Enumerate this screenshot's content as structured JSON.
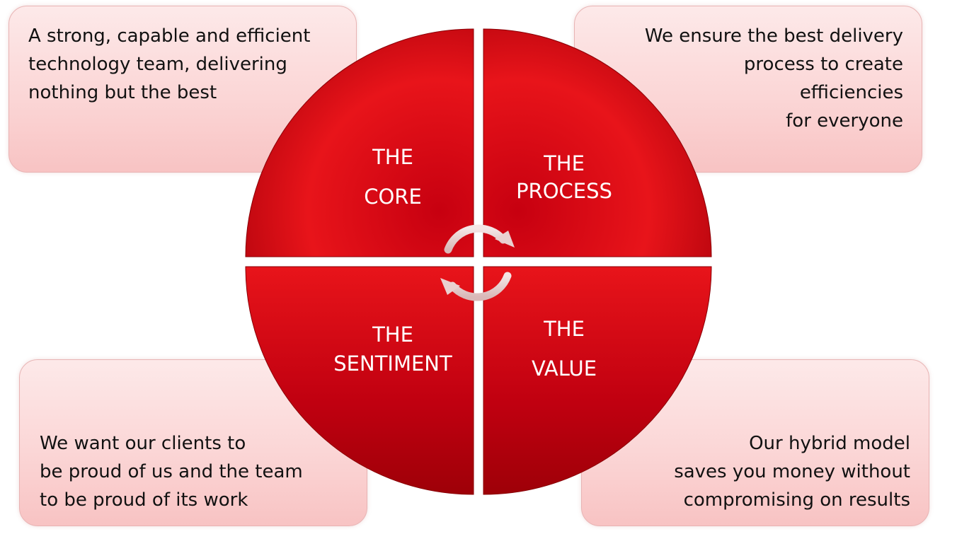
{
  "boxes": {
    "top_left": "A strong, capable and efficient\ntechnology team, delivering\nnothing but the best",
    "top_right": "We ensure the best delivery\nprocess to create\nefficiencies\nfor everyone",
    "bottom_left": "We want our clients to\nbe proud of us and the team\nto be proud of its work",
    "bottom_right": "Our hybrid model\nsaves you money without\ncompromising on results"
  },
  "quadrants": {
    "core": [
      "THE",
      "CORE"
    ],
    "process": [
      "THE",
      "PROCESS"
    ],
    "sentiment": [
      "THE",
      "SENTIMENT"
    ],
    "value": [
      "THE",
      "VALUE"
    ]
  },
  "colors": {
    "wheel_light": "#e8141a",
    "wheel_dark": "#9e0008",
    "box_fill": "#fbd6d6",
    "box_border": "#e8b4b4",
    "arrow": "#f0dada"
  }
}
